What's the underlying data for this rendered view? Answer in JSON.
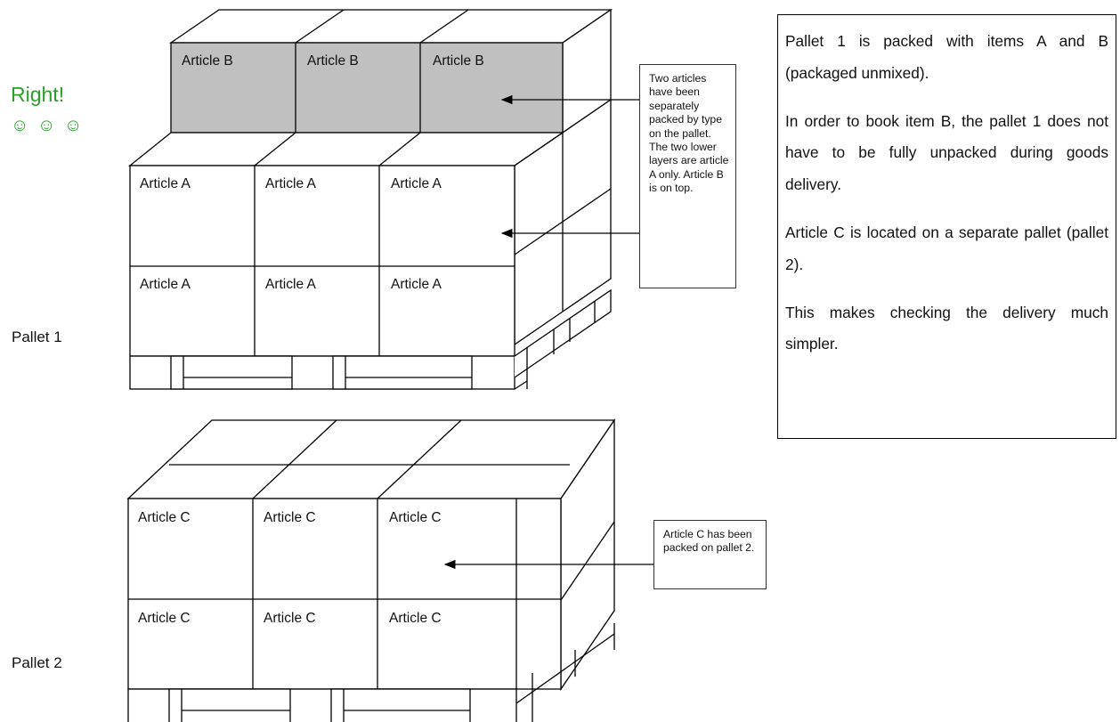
{
  "rating": {
    "title": "Right!",
    "icons": "☺ ☺ ☺"
  },
  "pallet1": {
    "label": "Pallet 1",
    "top_row": [
      "Article B",
      "Article B",
      "Article B"
    ],
    "middle_row": [
      "Article A",
      "Article A",
      "Article A"
    ],
    "bottom_row": [
      "Article A",
      "Article A",
      "Article A"
    ],
    "callout": "Two articles have been separately packed by type on the pallet. The two lower layers are article A only. Article B is on top."
  },
  "pallet2": {
    "label": "Pallet 2",
    "top_row": [
      "Article C",
      "Article C",
      "Article C"
    ],
    "bottom_row": [
      "Article C",
      "Article C",
      "Article C"
    ],
    "callout": "Article C has been packed on pallet 2."
  },
  "info_box": {
    "paragraphs": [
      "Pallet 1 is packed with items A and B (packaged unmixed).",
      "In order to book item B, the pallet 1 does not have to be fully unpacked during goods delivery.",
      "Article C is located on a separate pallet (pallet 2).",
      "This makes checking the delivery much simpler."
    ]
  },
  "colors": {
    "accent": "#2aa02a",
    "shaded_box": "#c0c0c0",
    "line": "#000000"
  }
}
